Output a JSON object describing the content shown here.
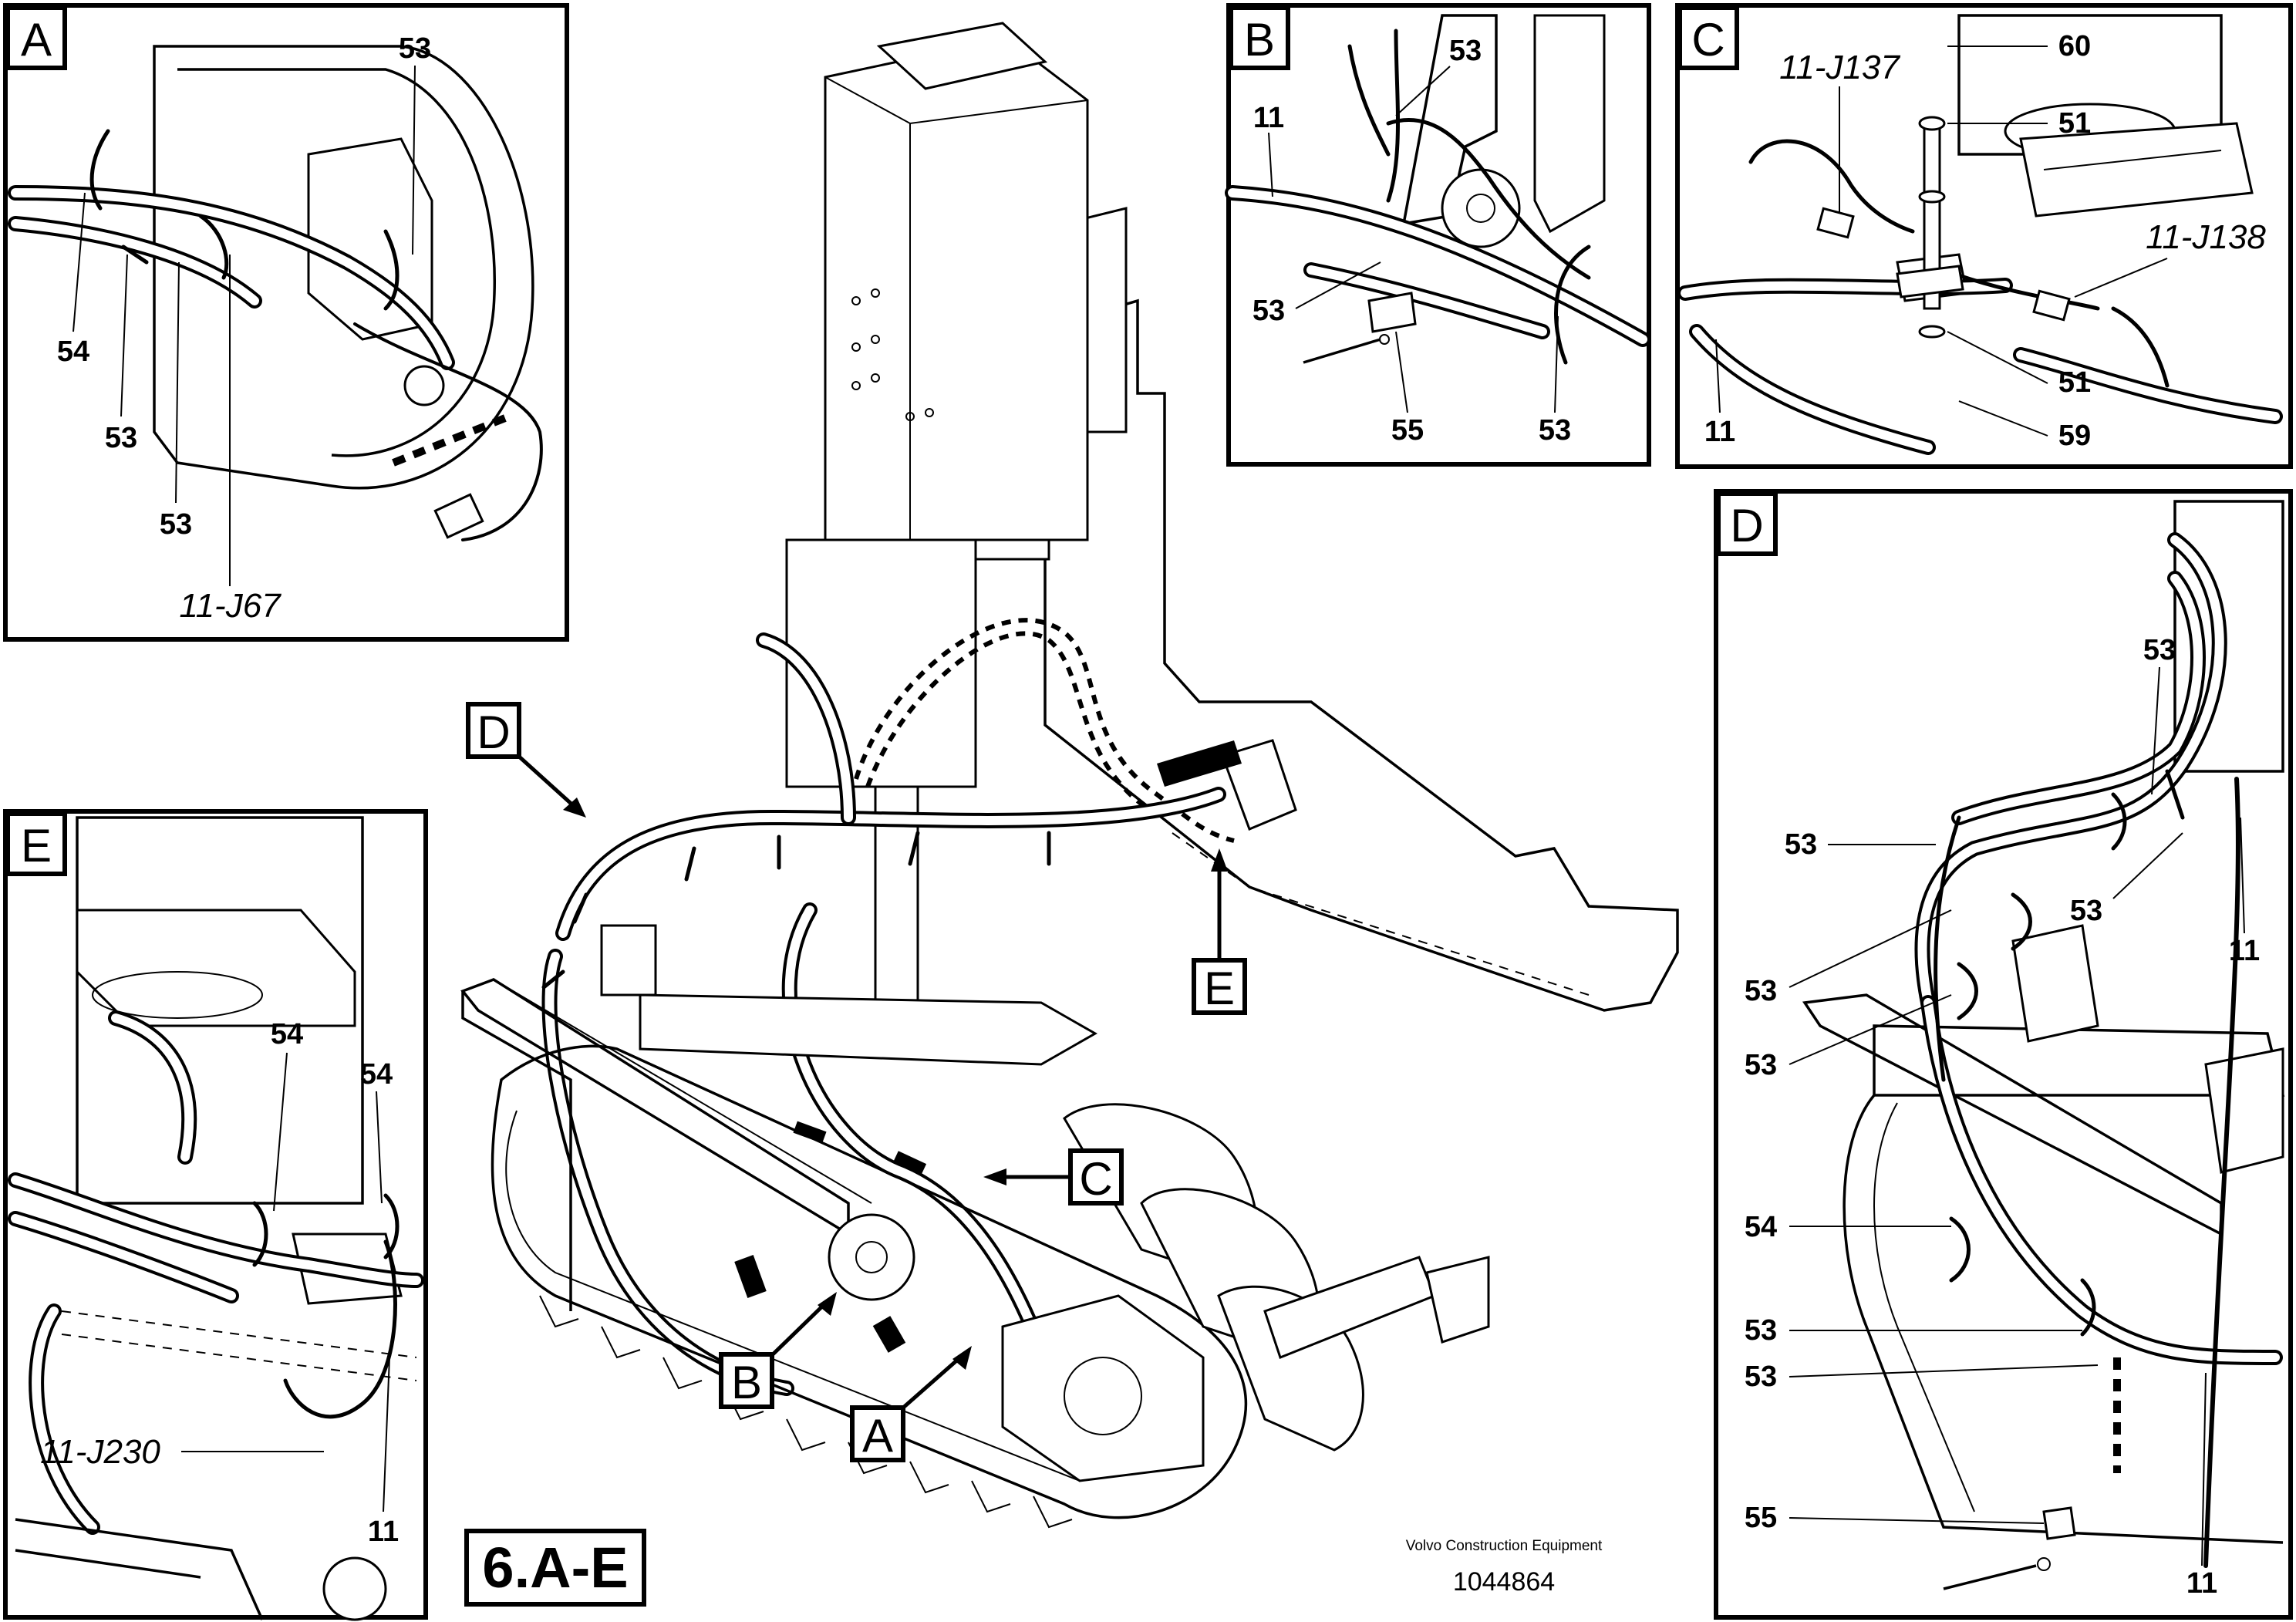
{
  "diagram_ref": "6.A-E",
  "manufacturer": "Volvo Construction Equipment",
  "document_number": "1044864",
  "main_view": {
    "callout_d": "D",
    "callout_e": "E",
    "callout_c": "C",
    "callout_b": "B",
    "callout_a": "A"
  },
  "panel_a": {
    "letter": "A",
    "connector": "11-J67",
    "labels": [
      "53",
      "54",
      "53",
      "53"
    ]
  },
  "panel_b": {
    "letter": "B",
    "labels": [
      "53",
      "11",
      "53",
      "55",
      "53"
    ]
  },
  "panel_c": {
    "letter": "C",
    "connector_1": "11-J137",
    "connector_2": "11-J138",
    "labels": [
      "60",
      "51",
      "51",
      "59",
      "11"
    ]
  },
  "panel_d": {
    "letter": "D",
    "labels": [
      "53",
      "53",
      "53",
      "11",
      "53",
      "53",
      "54",
      "53",
      "53",
      "55",
      "11"
    ]
  },
  "panel_e": {
    "letter": "E",
    "connector": "11-J230",
    "labels": [
      "54",
      "54",
      "11"
    ]
  }
}
